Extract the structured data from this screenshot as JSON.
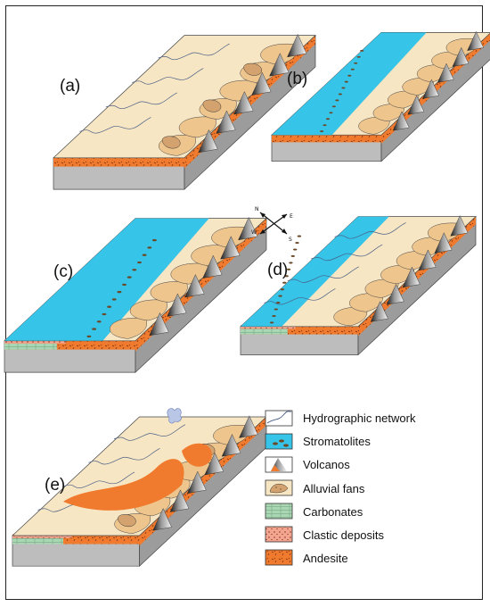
{
  "figure": {
    "panels": [
      {
        "id": "a",
        "label": "(a)"
      },
      {
        "id": "b",
        "label": "(b)"
      },
      {
        "id": "c",
        "label": "(c)"
      },
      {
        "id": "d",
        "label": "(d)"
      },
      {
        "id": "e",
        "label": "(e)"
      }
    ],
    "compass": {
      "n": "N",
      "e": "E",
      "s": "S",
      "w": "W"
    },
    "legend": [
      {
        "label": "Hydrographic network",
        "icon": "river-icon"
      },
      {
        "label": "Stromatolites",
        "icon": "stromatolite-icon"
      },
      {
        "label": "Volcanos",
        "icon": "volcano-icon"
      },
      {
        "label": "Alluvial fans",
        "icon": "alluvial-fan-icon"
      },
      {
        "label": "Carbonates",
        "icon": "carbonate-icon"
      },
      {
        "label": "Clastic deposits",
        "icon": "clastic-icon"
      },
      {
        "label": "Andesite",
        "icon": "andesite-icon"
      }
    ],
    "colors": {
      "plain": "#f7e6c4",
      "fan": "#eec58d",
      "fan_dark": "#d4a26e",
      "sea": "#36c4e8",
      "andesite": "#f07a2d",
      "carbonate": "#a9d6b3",
      "clastic": "#f4a58f",
      "side": "#bdbdbd",
      "side_dark": "#9c9c9c",
      "river": "#4b5f86"
    }
  }
}
